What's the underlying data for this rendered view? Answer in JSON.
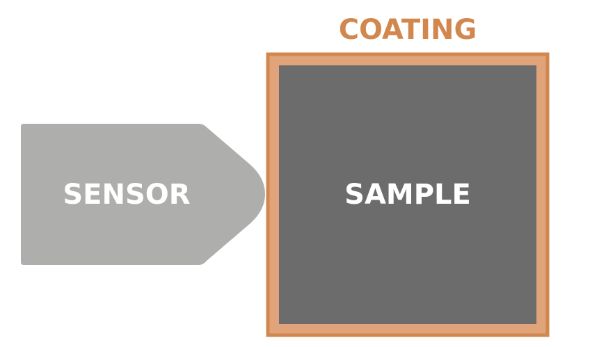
{
  "labels": {
    "coating": "COATING",
    "sensor": "SENSOR",
    "sample": "SAMPLE"
  },
  "colors": {
    "coating_border": "#D2874E",
    "coating_fill": "#E0A37A",
    "sample_fill": "#6C6C6C",
    "sensor_fill": "#AEAEAD",
    "inner_text": "#FFFFFF",
    "coating_text": "#D2874E"
  }
}
